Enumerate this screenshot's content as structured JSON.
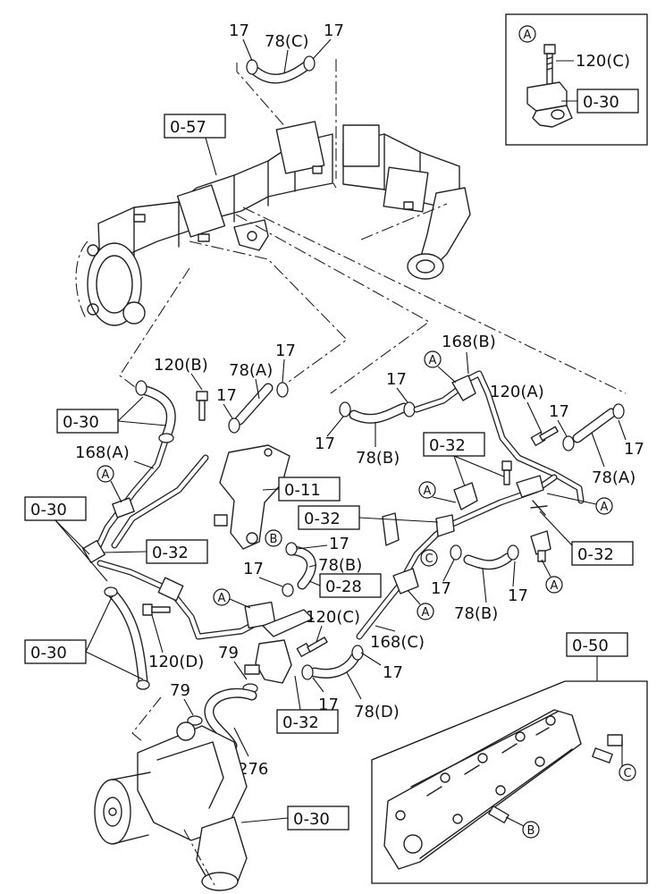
{
  "labels": {
    "clamp_17": "17",
    "hose_78c": "78(C)",
    "hose_78a": "78(A)",
    "hose_78b": "78(B)",
    "hose_78d": "78(D)",
    "bolt_120a": "120(A)",
    "bolt_120b": "120(B)",
    "bolt_120c": "120(C)",
    "bolt_120d": "120(D)",
    "pipe_168a": "168(A)",
    "pipe_168b": "168(B)",
    "pipe_168c": "168(C)",
    "part_79": "79",
    "part_276": "276"
  },
  "refs": {
    "r057": "0-57",
    "r030": "0-30",
    "r032": "0-32",
    "r011": "0-11",
    "r028": "0-28",
    "r050": "0-50"
  },
  "markers": {
    "a": "A",
    "b": "B",
    "c": "C"
  }
}
